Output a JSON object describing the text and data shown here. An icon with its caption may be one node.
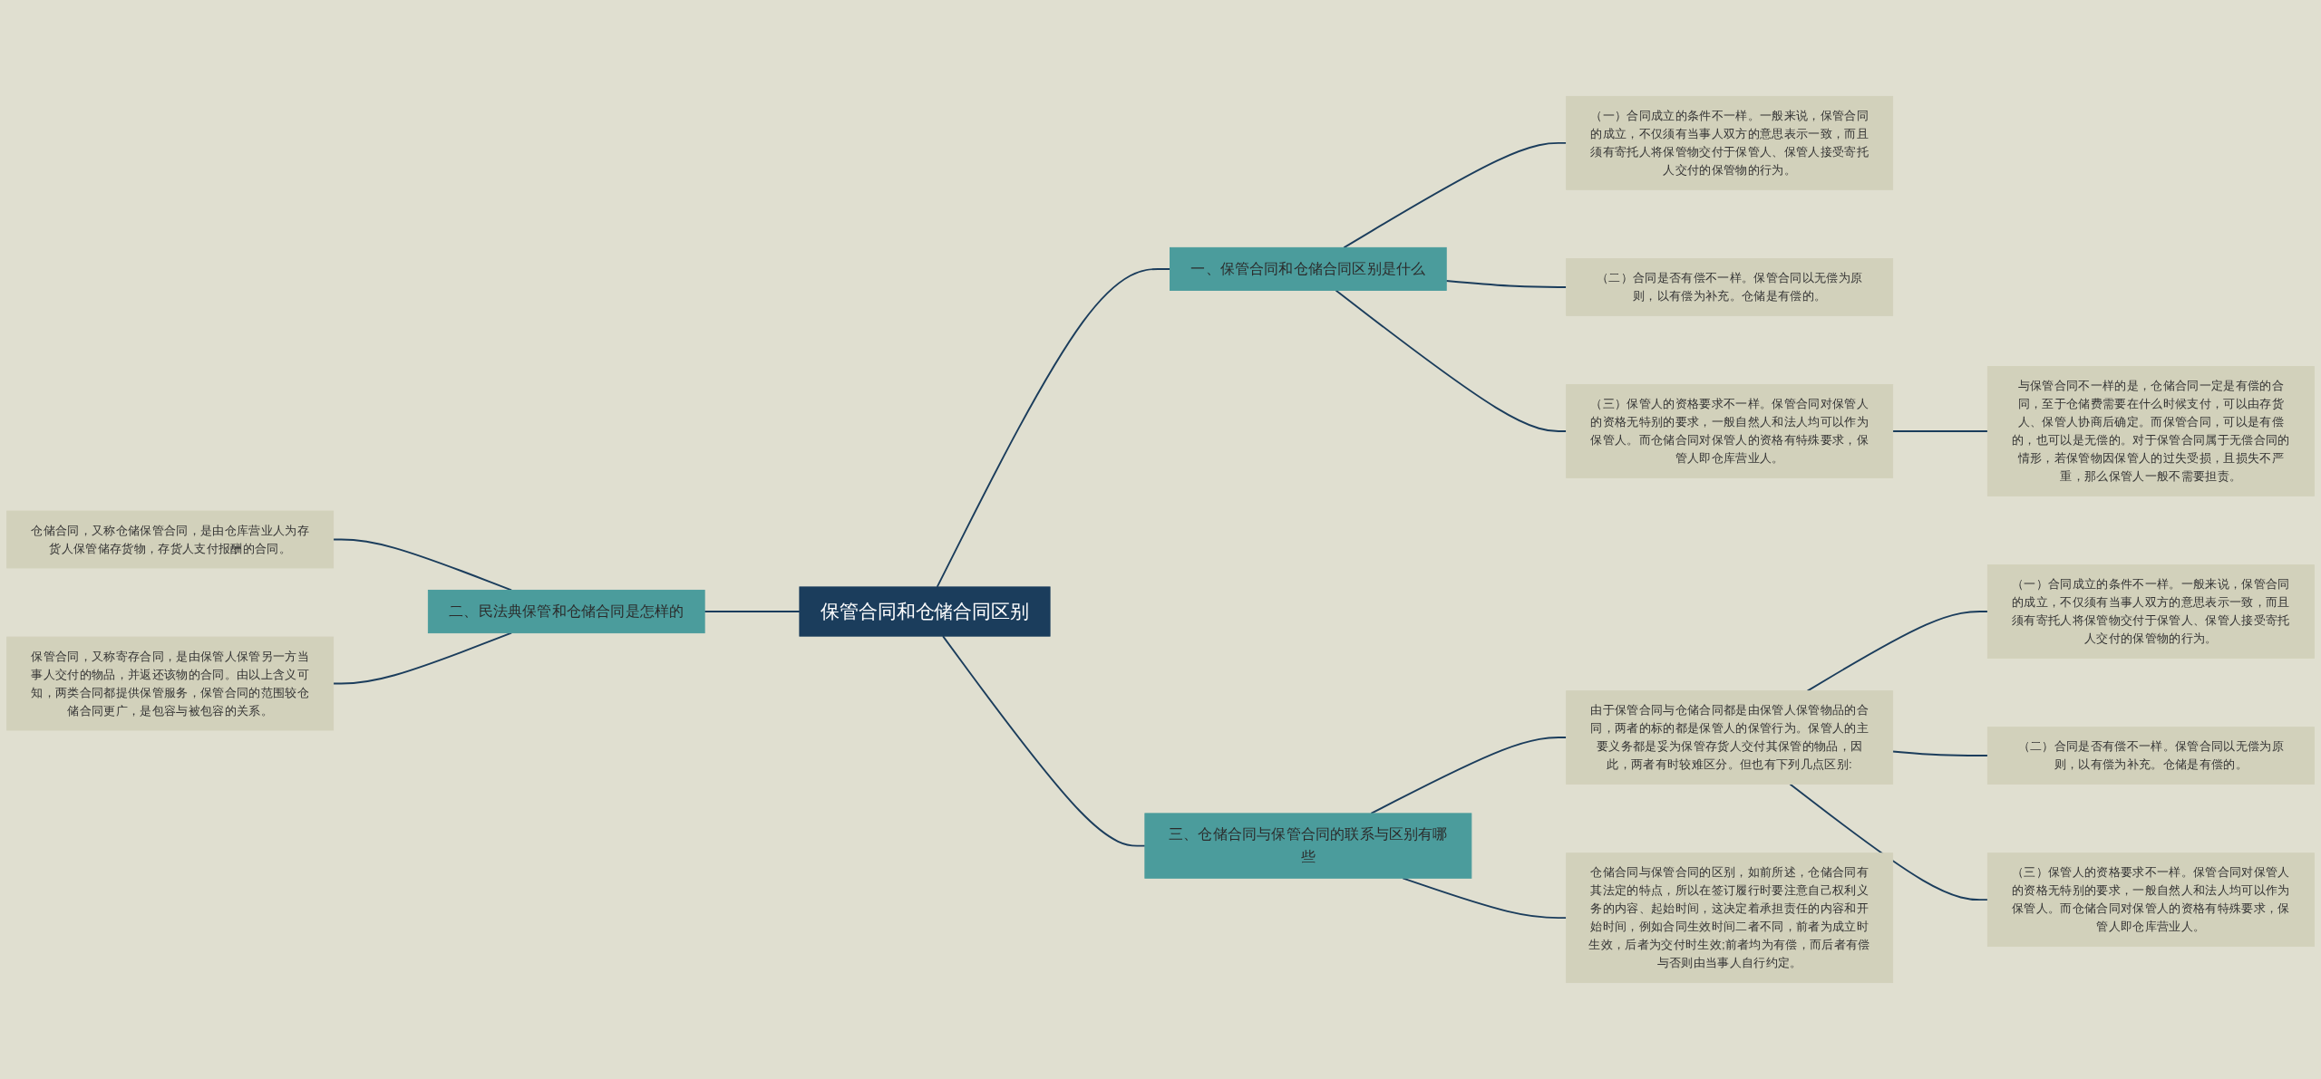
{
  "diagram": {
    "nodes": [
      {
        "text": [
          "保管合同和仓储合同区别"
        ]
      },
      {
        "text": [
          "一、保管合同和仓储合同区别是什么"
        ]
      },
      {
        "text": [
          "（一）合同成立的条件不一样。一般来说，保管合同的成立，不仅须有当事人双方的意思表示一致，而且须有寄托人将保管物交付于保管人、保管人接受寄托人交付的保管物的行为。"
        ]
      },
      {
        "text": [
          "（二）合同是否有偿不一样。保管合同以无偿为原则，以有偿为补充。仓储是有偿的。"
        ]
      },
      {
        "text": [
          "（三）保管人的资格要求不一样。保管合同对保管人的资格无特别的要求，一般自然人和法人均可以作为保管人。而仓储合同对保管人的资格有特殊要求，保管人即仓库营业人。"
        ]
      },
      {
        "text": [
          "与保管合同不一样的是，仓储合同一定是有偿的合同，至于仓储费需要在什么时候支付，可以由存货人、保管人协商后确定。而保管合同，可以是有偿的，也可以是无偿的。对于保管合同属于无偿合同的情形，若保管物因保管人的过失受损，且损失不严重，那么保管人一般不需要担责。"
        ]
      },
      {
        "text": [
          "二、民法典保管和仓储合同是怎样的"
        ]
      },
      {
        "text": [
          "仓储合同，又称仓储保管合同，是由仓库营业人为存货人保管储存货物，存货人支付报酬的合同。"
        ]
      },
      {
        "text": [
          "保管合同，又称寄存合同，是由保管人保管另一方当事人交付的物品，并返还该物的合同。由以上含义可知，两类合同都提供保管服务，保管合同的范围较仓储合同更广，是包容与被包容的关系。"
        ]
      },
      {
        "text": [
          "三、仓储合同与保管合同的联系与区别有哪些"
        ]
      },
      {
        "text": [
          "由于保管合同与仓储合同都是由保管人保管物品的合同，两者的标的都是保管人的保管行为。保管人的主要义务都是妥为保管存货人交付其保管的物品，因此，两者有时较难区分。但也有下列几点区别:"
        ]
      },
      {
        "text": [
          "（一）合同成立的条件不一样。一般来说，保管合同的成立，不仅须有当事人双方的意思表示一致，而且须有寄托人将保管物交付于保管人、保管人接受寄托人交付的保管物的行为。"
        ]
      },
      {
        "text": [
          "（二）合同是否有偿不一样。保管合同以无偿为原则，以有偿为补充。仓储是有偿的。"
        ]
      },
      {
        "text": [
          "（三）保管人的资格要求不一样。保管合同对保管人的资格无特别的要求，一般自然人和法人均可以作为保管人。而仓储合同对保管人的资格有特殊要求，保管人即仓库营业人。"
        ]
      },
      {
        "text": [
          "仓储合同与保管合同的区别，如前所述，仓储合同有其法定的特点，所以在签订履行时要注意自己权利义务的内容、起始时间，这决定着承担责任的内容和开始时间，例如合同生效时间二者不同，前者为成立时生效，后者为交付时生效;前者均为有偿，而后者有偿与否则由当事人自行约定。"
        ]
      }
    ],
    "edges": [
      {
        "from": 0,
        "to": 1,
        "arrow": "none"
      },
      {
        "from": 1,
        "to": 2,
        "arrow": "none"
      },
      {
        "from": 1,
        "to": 3,
        "arrow": "none"
      },
      {
        "from": 1,
        "to": 4,
        "arrow": "none"
      },
      {
        "from": 4,
        "to": 5,
        "arrow": "none"
      },
      {
        "from": 0,
        "to": 6,
        "arrow": "none"
      },
      {
        "from": 6,
        "to": 7,
        "arrow": "none"
      },
      {
        "from": 6,
        "to": 8,
        "arrow": "none"
      },
      {
        "from": 0,
        "to": 9,
        "arrow": "none"
      },
      {
        "from": 9,
        "to": 10,
        "arrow": "none"
      },
      {
        "from": 10,
        "to": 11,
        "arrow": "none"
      },
      {
        "from": 10,
        "to": 12,
        "arrow": "none"
      },
      {
        "from": 10,
        "to": 13,
        "arrow": "none"
      },
      {
        "from": 9,
        "to": 14,
        "arrow": "none"
      }
    ]
  }
}
